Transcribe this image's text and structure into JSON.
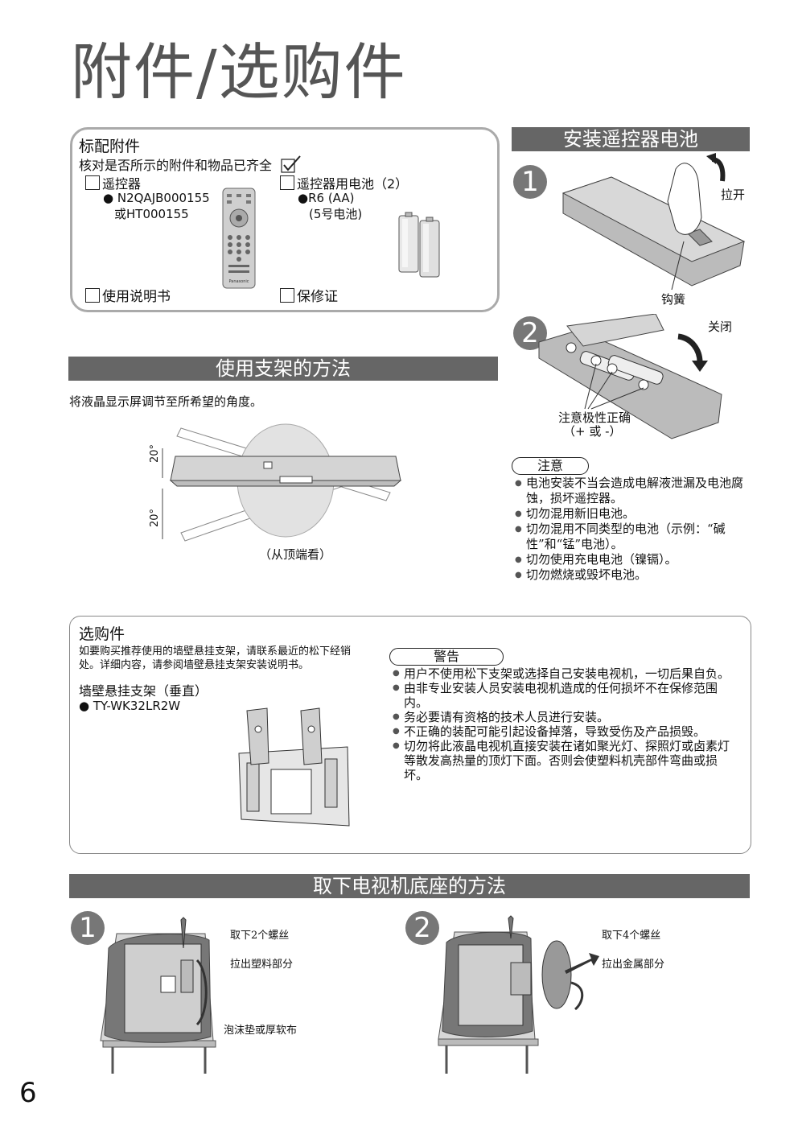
{
  "page_title": "附件/选购件",
  "std_acc": {
    "heading": "标配附件",
    "check_text": "核对是否所示的附件和物品已齐全",
    "remote_label": "遥控器",
    "remote_model1": "N2QAJB000155",
    "remote_model2": "或HT000155",
    "battery_label": "遥控器用电池（2）",
    "battery_type": "R6 (AA)",
    "battery_type2": "(5号电池)",
    "manual_label": "使用说明书",
    "warranty_label": "保修证",
    "remote_brand": "Panasonic"
  },
  "battery_section": {
    "title": "安装遥控器电池",
    "step1": "1",
    "step2": "2",
    "open_label": "拉开",
    "hook_label": "钩簧",
    "close_label": "关闭",
    "polarity_label": "注意极性正确",
    "polarity_sub": "（+ 或 -）",
    "caution_title": "注意",
    "cautions": [
      "电池安装不当会造成电解液泄漏及电池腐蚀，损坏遥控器。",
      "切勿混用新旧电池。",
      "切勿混用不同类型的电池（示例：“碱性”和“锰”电池）。",
      "切勿使用充电电池（镍镉）。",
      "切勿燃烧或毁坏电池。"
    ]
  },
  "stand_section": {
    "title": "使用支架的方法",
    "desc": "将液晶显示屏调节至所希望的角度。",
    "angle_top": "20°",
    "angle_bottom": "20°",
    "view_label": "（从顶端看）"
  },
  "optional": {
    "heading": "选购件",
    "desc": "如要购买推荐使用的墙壁悬挂支架，请联系最近的松下经销处。详细内容，请参阅墙壁悬挂支架安装说明书。",
    "bracket_label": "墙壁悬挂支架（垂直）",
    "bracket_model": "TY-WK32LR2W",
    "warning_title": "警告",
    "warnings": [
      "用户不使用松下支架或选择自己安装电视机，一切后果自负。",
      "由非专业安装人员安装电视机造成的任何损坏不在保修范围内。",
      "务必要请有资格的技术人员进行安装。",
      "不正确的装配可能引起设备掉落，导致受伤及产品损毁。",
      "切勿将此液晶电视机直接安装在诸如聚光灯、探照灯或卤素灯等散发高热量的顶灯下面。否则会使塑料机壳部件弯曲或损坏。"
    ]
  },
  "base_section": {
    "title": "取下电视机底座的方法",
    "step1": "1",
    "step2": "2",
    "s1_screws": "取下2个螺丝",
    "s1_plastic": "拉出塑料部分",
    "s1_pad": "泡沫垫或厚软布",
    "s2_screws": "取下4个螺丝",
    "s2_metal": "拉出金属部分"
  },
  "page_number": "6"
}
